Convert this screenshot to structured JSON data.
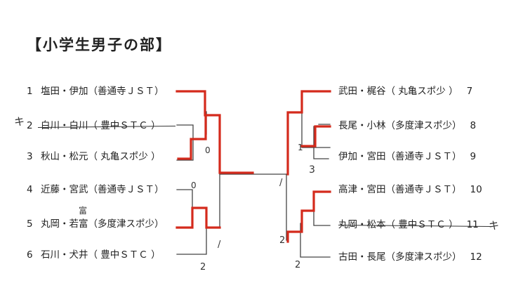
{
  "title": "【小学生男子の部】",
  "left_players": [
    {
      "num": "1",
      "name": "塩田・伊加（善通寺ＪＳＴ）"
    },
    {
      "num": "2",
      "name": "白川・白川（ 豊中ＳＴＣ ）"
    },
    {
      "num": "3",
      "name": "秋山・松元（ 丸亀スポ少 ）"
    },
    {
      "num": "4",
      "name": "近藤・宮武（善通寺ＪＳＴ）"
    },
    {
      "num": "5",
      "name": "丸岡・若富（多度津スポ少）"
    },
    {
      "num": "6",
      "name": "石川・犬井（ 豊中ＳＴＣ ）"
    }
  ],
  "right_players": [
    {
      "num": "7",
      "name": "武田・梶谷（ 丸亀スポ少 ）"
    },
    {
      "num": "8",
      "name": "長尾・小林（多度津スポ少）"
    },
    {
      "num": "9",
      "name": "伊加・宮田（善通寺ＪＳＴ）"
    },
    {
      "num": "10",
      "name": "高津・宮田（善通寺ＪＳＴ）"
    },
    {
      "num": "11",
      "name": "丸岡・松本（ 豊中ＳＴＣ ）"
    },
    {
      "num": "12",
      "name": "古田・長尾（多度津スポ少）"
    }
  ],
  "annotations": {
    "withdrawn_left": "キ",
    "withdrawn_right": "キ",
    "correction": "富",
    "score_left_r1a": "0",
    "score_left_r1b": "0",
    "score_left_2": "2",
    "score_right_r1a": "1",
    "score_right_3": "3",
    "score_right_2a": "2",
    "score_right_2b": "2",
    "score_tick_left": "/",
    "score_tick_right": "/"
  },
  "colors": {
    "bracket_line": "#444444",
    "winner_line": "#d42a1c",
    "annotation_ink": "#333333"
  }
}
